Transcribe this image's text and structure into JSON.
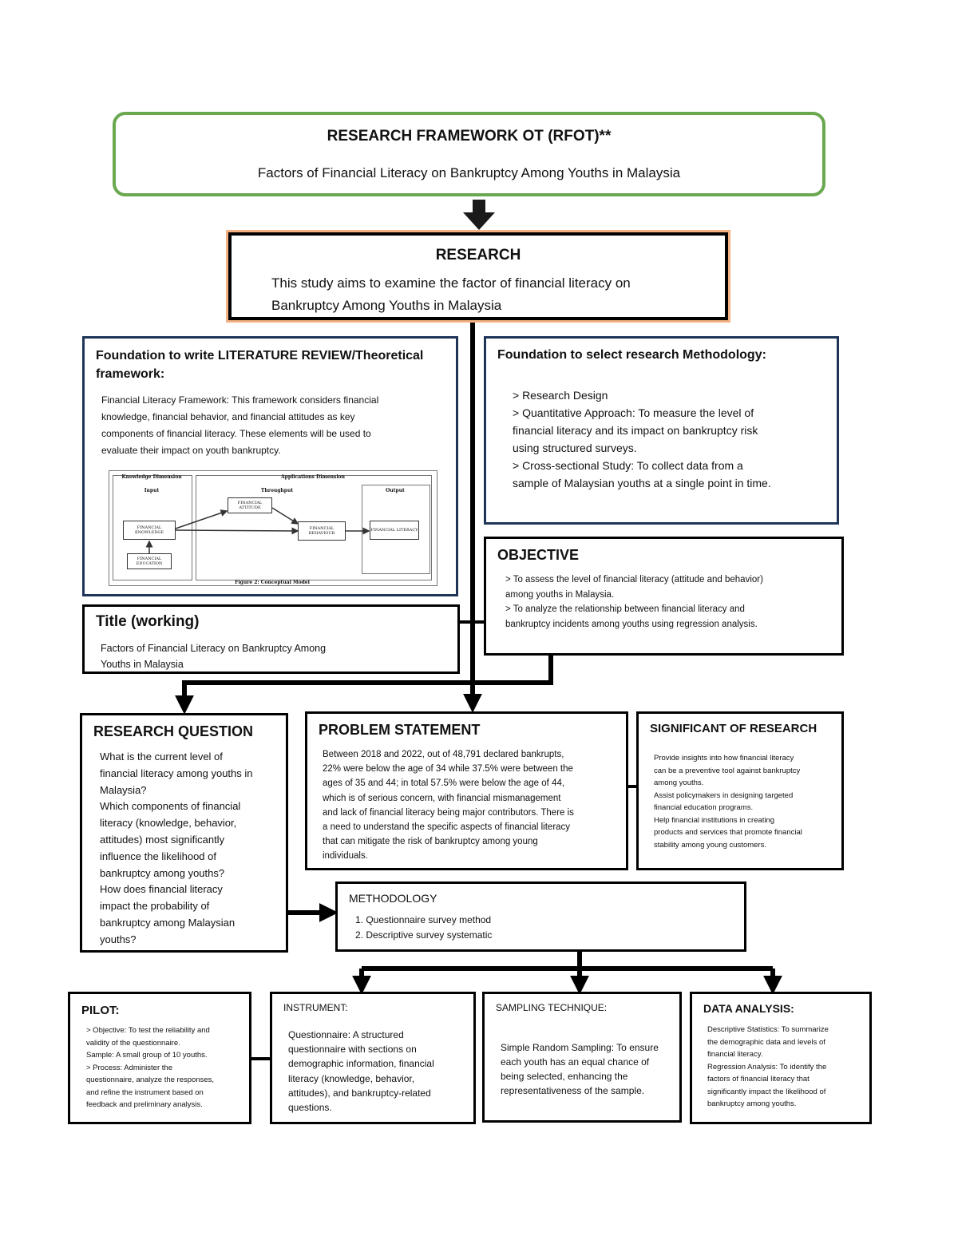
{
  "framework": {
    "title": "RESEARCH FRAMEWORK OT (RFOT)**",
    "subtitle": "Factors of Financial Literacy on Bankruptcy Among Youths in Malaysia"
  },
  "research": {
    "heading": "RESEARCH",
    "text": "This study aims to examine the factor of financial literacy on\nBankruptcy Among Youths in Malaysia"
  },
  "literature": {
    "heading": "Foundation to write LITERATURE REVIEW/Theoretical\nframework:",
    "text": "Financial Literacy Framework: This framework considers financial\nknowledge, financial behavior, and financial attitudes as key\ncomponents of financial literacy. These elements will be used to\nevaluate their impact on youth bankruptcy.",
    "figure": {
      "knowledge_dimension": "Knowledge Dimension",
      "applications_dimension": "Applications Dimension",
      "input": "Input",
      "throughput": "Throughput",
      "output": "Output",
      "financial_knowledge": "FINANCIAL KNOWLEDGE",
      "financial_education": "FINANCIAL EDUCATION",
      "financial_attitude": "FINANCIAL ATTITUDE",
      "financial_behaviour": "FINANCIAL BEHAVIOUR",
      "financial_literacy": "FINANCIAL LITERACY",
      "caption": "Figure 2: Conceptual Model"
    }
  },
  "methodology_foundation": {
    "heading": "Foundation to select research Methodology:",
    "text": "> Research Design\n> Quantitative Approach: To measure the level of\nfinancial literacy and its impact on bankruptcy risk\nusing structured surveys.\n> Cross-sectional Study: To collect data from a\nsample of Malaysian youths at a single point in time."
  },
  "objective": {
    "heading": "OBJECTIVE",
    "text": "> To assess the level of financial literacy (attitude and behavior)\namong youths in Malaysia.\n> To analyze the relationship between financial literacy and\nbankruptcy incidents among youths using regression analysis."
  },
  "title_working": {
    "heading": "Title (working)",
    "text": "Factors of Financial Literacy on Bankruptcy Among\nYouths in Malaysia"
  },
  "research_question": {
    "heading": "RESEARCH QUESTION",
    "text": "What is the current level of\nfinancial literacy among youths in\nMalaysia?\nWhich components of financial\nliteracy (knowledge, behavior,\nattitudes) most significantly\ninfluence the likelihood of\nbankruptcy among youths?\nHow does financial literacy\nimpact the probability of\nbankruptcy among Malaysian\nyouths?"
  },
  "problem_statement": {
    "heading": "PROBLEM STATEMENT",
    "text": "Between 2018 and 2022, out of 48,791 declared bankrupts,\n22% were below the age of 34 while 37.5% were between the\nages of 35 and 44; in total 57.5% were below the age of 44,\nwhich is of serious concern, with financial mismanagement\nand lack of financial literacy being major contributors. There is\na need to understand the specific aspects of financial literacy\nthat can mitigate the risk of bankruptcy among young\nindividuals."
  },
  "significant": {
    "heading": "SIGNIFICANT OF RESEARCH",
    "text": "Provide insights into how financial literacy\ncan be a preventive tool against bankruptcy\namong youths.\nAssist policymakers in designing targeted\nfinancial education programs.\nHelp financial institutions in creating\nproducts and services that promote financial\nstability among young customers."
  },
  "methodology": {
    "heading": "METHODOLOGY",
    "items": [
      "1. Questionnaire survey method",
      "2. Descriptive survey systematic"
    ]
  },
  "pilot": {
    "heading": "PILOT:",
    "text": "> Objective: To test the reliability and\nvalidity of the questionnaire.\nSample: A small group of 10 youths.\n> Process: Administer the\nquestionnaire, analyze the responses,\nand refine the instrument based on\nfeedback and preliminary analysis."
  },
  "instrument": {
    "heading": "INSTRUMENT:",
    "text": "Questionnaire: A structured\nquestionnaire with sections on\ndemographic information, financial\nliteracy (knowledge, behavior,\nattitudes), and bankruptcy-related\nquestions."
  },
  "sampling": {
    "heading": "SAMPLING TECHNIQUE:",
    "text": "Simple Random Sampling: To ensure\neach youth has an equal chance of\nbeing selected, enhancing the\nrepresentativeness of the sample."
  },
  "data_analysis": {
    "heading": "DATA ANALYSIS:",
    "text": "Descriptive Statistics: To summarize\nthe demographic data and levels of\nfinancial literacy.\nRegression Analysis: To identify the\nfactors of financial literacy that\nsignificantly impact the likelihood of\nbankruptcy among youths."
  },
  "colors": {
    "framework_border": "#6aa84f",
    "research_glow": "#f4b183",
    "navy_border": "#1f3558",
    "black": "#000000"
  }
}
